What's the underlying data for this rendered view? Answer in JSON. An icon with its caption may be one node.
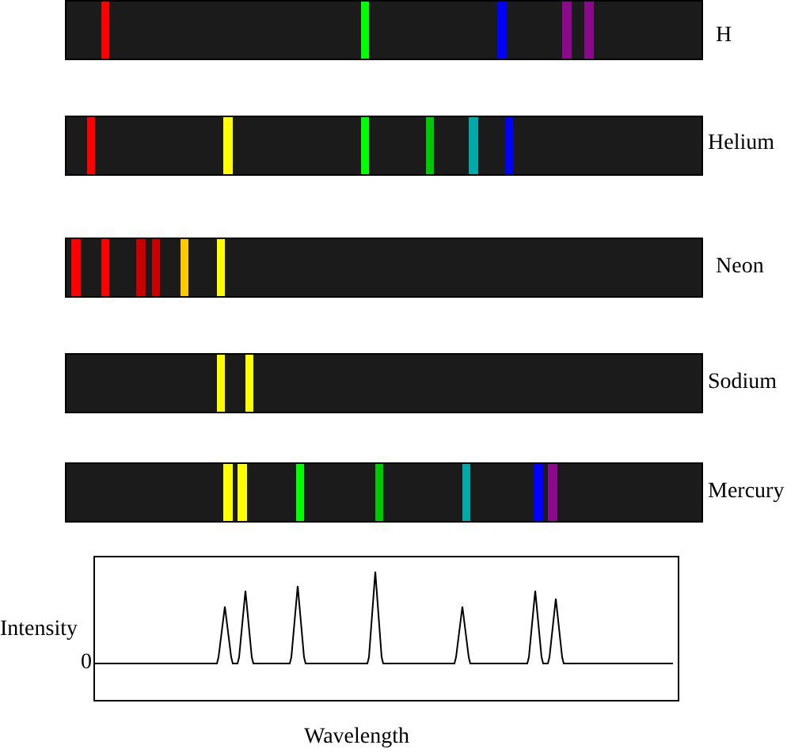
{
  "diagram": {
    "labels": [
      "H",
      "Helium",
      "Neon",
      "Sodium",
      "Mercury",
      "Intensity",
      "0",
      "Wavelength"
    ]
  }
}
